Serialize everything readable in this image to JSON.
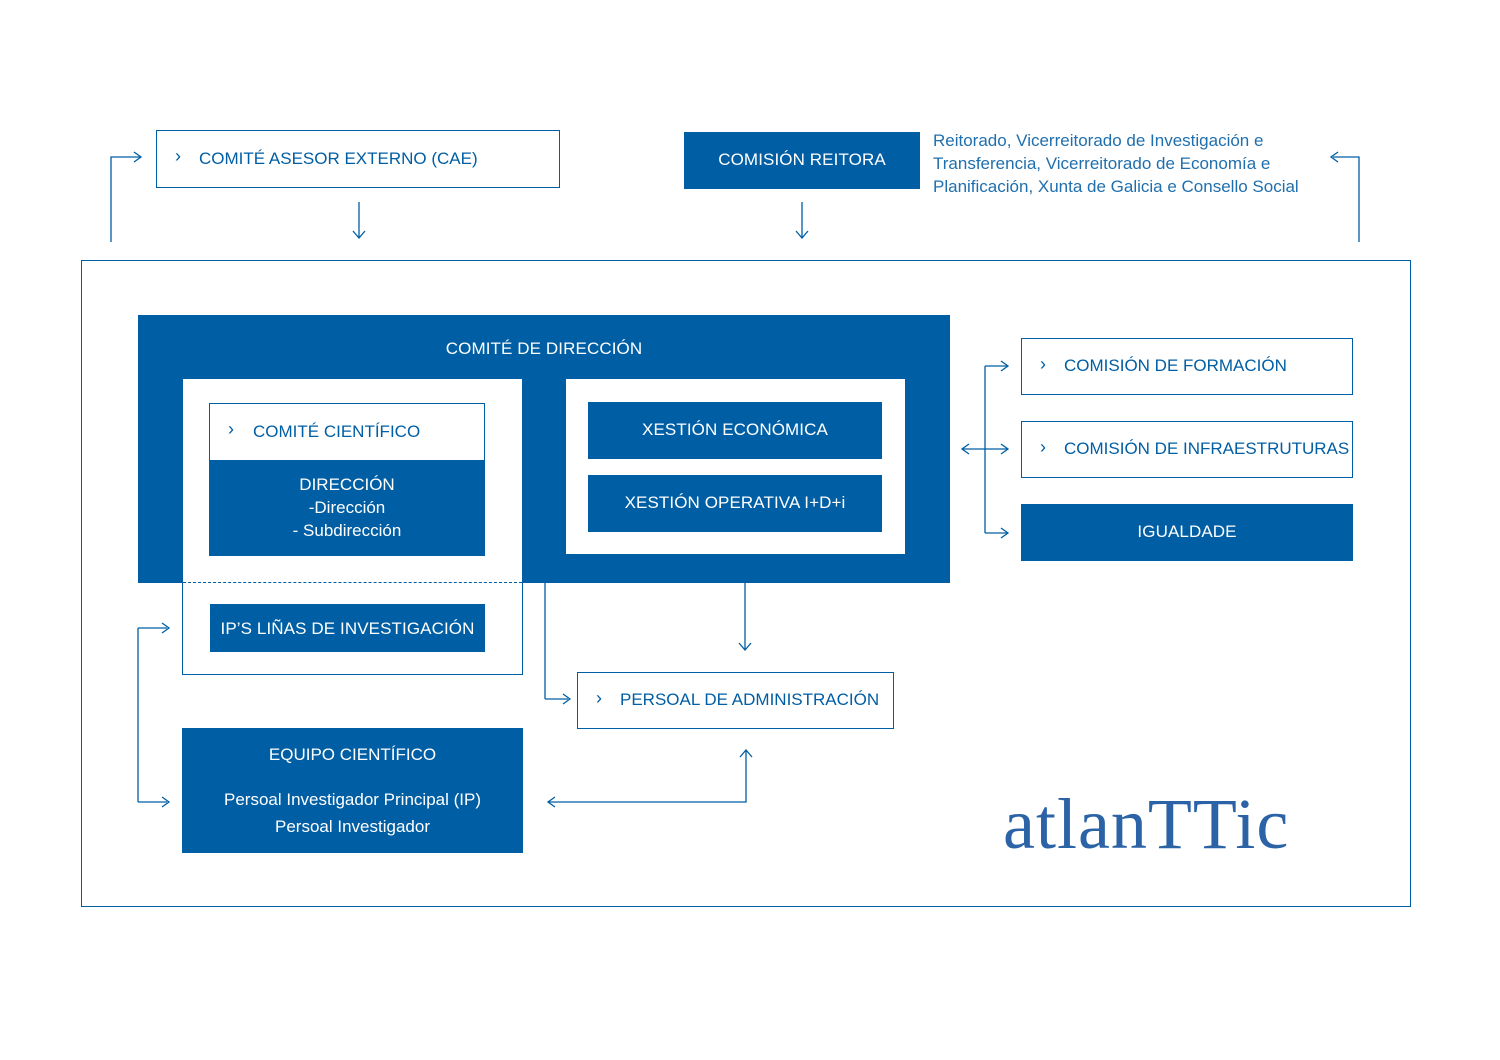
{
  "top": {
    "cae_label": "COMITÉ ASESOR EXTERNO (CAE)",
    "reitora_label": "COMISIÓN REITORA",
    "reitora_note": [
      "Reitorado, Vicerreitorado de Investigación e",
      "Transferencia, Vicerreitorado de Economía e",
      "Planificación, Xunta de Galicia e Consello Social"
    ]
  },
  "direccion": {
    "title": "COMITÉ DE DIRECCIÓN",
    "cientifico_label": "COMITÉ CIENTÍFICO",
    "direccion_lines": [
      "DIRECCIÓN",
      "-Dirección",
      "- Subdirección"
    ],
    "ips_label": "IP’S LIÑAS DE INVESTIGACIÓN",
    "economica_label": "XESTIÓN ECONÓMICA",
    "operativa_label": "XESTIÓN OPERATIVA I+D+i"
  },
  "commissions": {
    "formacion_label": "COMISIÓN DE FORMACIÓN",
    "infra_label": "COMISIÓN DE INFRAESTRUTURAS",
    "igualdade_label": "IGUALDADE"
  },
  "personal": {
    "admin_label": "PERSOAL DE ADMINISTRACIÓN"
  },
  "equipo": {
    "title": "EQUIPO CIENTÍFICO",
    "lines": [
      "Persoal Investigador Principal (IP)",
      "Persoal Investigador"
    ]
  },
  "logo": {
    "text": "atlanTTic"
  },
  "colors": {
    "primary": "#005ea4",
    "background": "#ffffff"
  },
  "icons": {
    "row_marker": "chevron-right-icon",
    "connector": "arrow-icon"
  }
}
